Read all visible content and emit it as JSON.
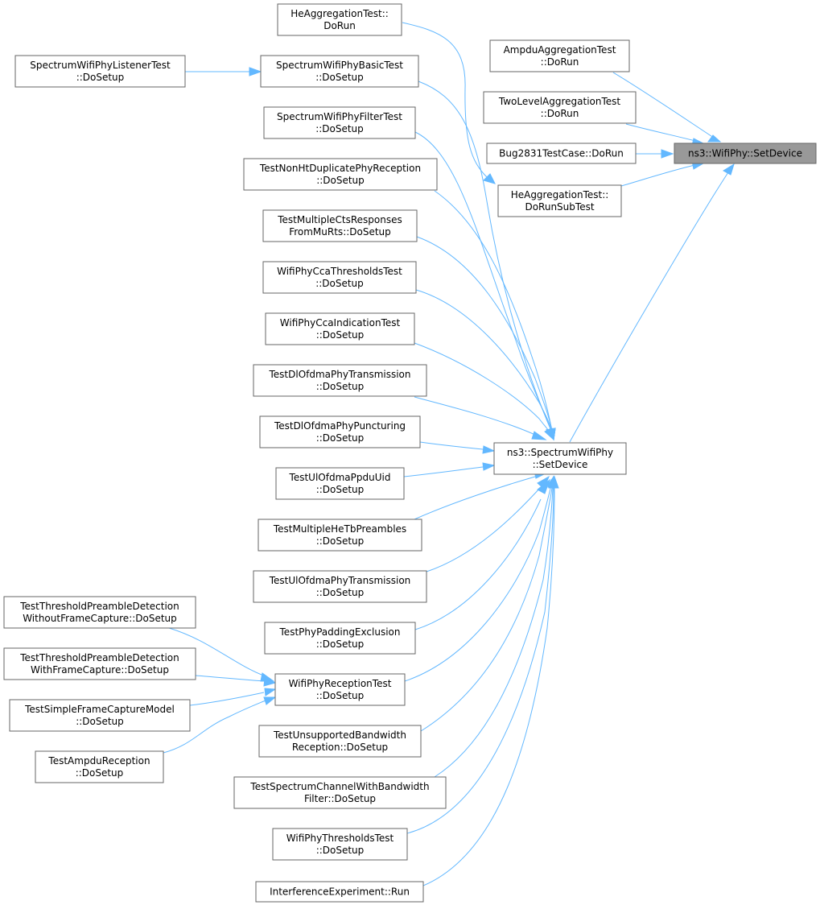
{
  "diagram": {
    "nodes": [
      {
        "id": "he_dorun",
        "lines": [
          "HeAggregationTest::",
          "DoRun"
        ]
      },
      {
        "id": "ampdu_dorun",
        "lines": [
          "AmpduAggregationTest",
          "::DoRun"
        ]
      },
      {
        "id": "listener",
        "lines": [
          "SpectrumWifiPhyListenerTest",
          "::DoSetup"
        ]
      },
      {
        "id": "basic",
        "lines": [
          "SpectrumWifiPhyBasicTest",
          "::DoSetup"
        ]
      },
      {
        "id": "twolevel",
        "lines": [
          "TwoLevelAggregationTest",
          "::DoRun"
        ]
      },
      {
        "id": "filter",
        "lines": [
          "SpectrumWifiPhyFilterTest",
          "::DoSetup"
        ]
      },
      {
        "id": "bug2831",
        "lines": [
          "Bug2831TestCase::DoRun"
        ]
      },
      {
        "id": "setdevice_wifi",
        "lines": [
          "ns3::WifiPhy::SetDevice"
        ],
        "highlight": true
      },
      {
        "id": "nonht",
        "lines": [
          "TestNonHtDuplicatePhyReception",
          "::DoSetup"
        ]
      },
      {
        "id": "he_subtest",
        "lines": [
          "HeAggregationTest::",
          "DoRunSubTest"
        ]
      },
      {
        "id": "multicts",
        "lines": [
          "TestMultipleCtsResponses",
          "FromMuRts::DoSetup"
        ]
      },
      {
        "id": "ccathr",
        "lines": [
          "WifiPhyCcaThresholdsTest",
          "::DoSetup"
        ]
      },
      {
        "id": "ccaind",
        "lines": [
          "WifiPhyCcaIndicationTest",
          "::DoSetup"
        ]
      },
      {
        "id": "dltx",
        "lines": [
          "TestDlOfdmaPhyTransmission",
          "::DoSetup"
        ]
      },
      {
        "id": "dlpunct",
        "lines": [
          "TestDlOfdmaPhyPuncturing",
          "::DoSetup"
        ]
      },
      {
        "id": "setdevice_spec",
        "lines": [
          "ns3::SpectrumWifiPhy",
          "::SetDevice"
        ]
      },
      {
        "id": "ulppdu",
        "lines": [
          "TestUlOfdmaPpduUid",
          "::DoSetup"
        ]
      },
      {
        "id": "hetb",
        "lines": [
          "TestMultipleHeTbPreambles",
          "::DoSetup"
        ]
      },
      {
        "id": "ultx",
        "lines": [
          "TestUlOfdmaPhyTransmission",
          "::DoSetup"
        ]
      },
      {
        "id": "thr_wo",
        "lines": [
          "TestThresholdPreambleDetection",
          "WithoutFrameCapture::DoSetup"
        ]
      },
      {
        "id": "padding",
        "lines": [
          "TestPhyPaddingExclusion",
          "::DoSetup"
        ]
      },
      {
        "id": "thr_w",
        "lines": [
          "TestThresholdPreambleDetection",
          "WithFrameCapture::DoSetup"
        ]
      },
      {
        "id": "reception",
        "lines": [
          "WifiPhyReceptionTest",
          "::DoSetup"
        ]
      },
      {
        "id": "simplecap",
        "lines": [
          "TestSimpleFrameCaptureModel",
          "::DoSetup"
        ]
      },
      {
        "id": "unsupported",
        "lines": [
          "TestUnsupportedBandwidth",
          "Reception::DoSetup"
        ]
      },
      {
        "id": "ampdurx",
        "lines": [
          "TestAmpduReception",
          "::DoSetup"
        ]
      },
      {
        "id": "chanbw",
        "lines": [
          "TestSpectrumChannelWithBandwidth",
          "Filter::DoSetup"
        ]
      },
      {
        "id": "thresholds",
        "lines": [
          "WifiPhyThresholdsTest",
          "::DoSetup"
        ]
      },
      {
        "id": "interf",
        "lines": [
          "InterferenceExperiment::Run"
        ]
      }
    ],
    "colors": {
      "edge": "#63b8ff",
      "node_border": "#666666",
      "node_fill": "#ffffff",
      "highlight_fill": "#999999"
    }
  }
}
